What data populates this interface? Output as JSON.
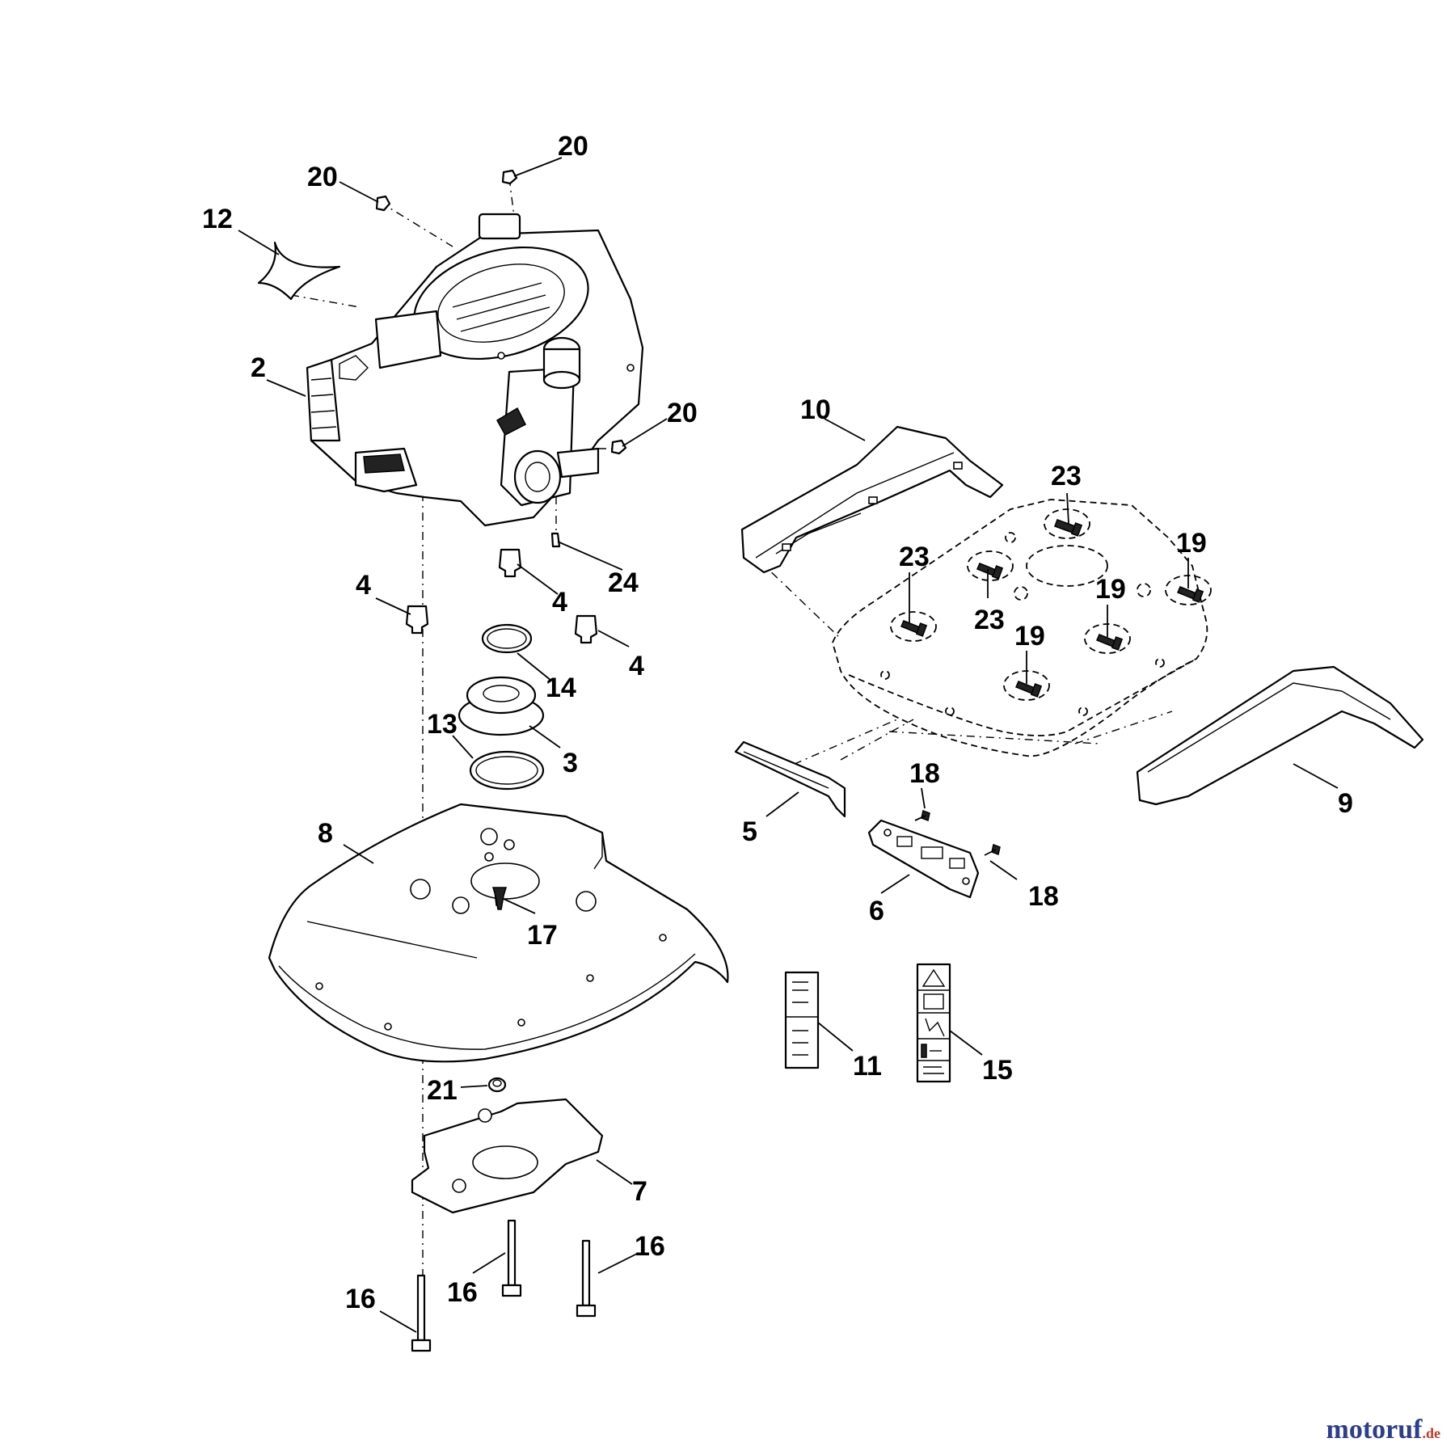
{
  "callouts": [
    {
      "id": "c1",
      "label": "20"
    },
    {
      "id": "c2",
      "label": "20"
    },
    {
      "id": "c3",
      "label": "12"
    },
    {
      "id": "c4",
      "label": "2"
    },
    {
      "id": "c5",
      "label": "20"
    },
    {
      "id": "c6",
      "label": "24"
    },
    {
      "id": "c7",
      "label": "4"
    },
    {
      "id": "c8",
      "label": "4"
    },
    {
      "id": "c9",
      "label": "4"
    },
    {
      "id": "c10",
      "label": "14"
    },
    {
      "id": "c11",
      "label": "13"
    },
    {
      "id": "c12",
      "label": "3"
    },
    {
      "id": "c13",
      "label": "8"
    },
    {
      "id": "c14",
      "label": "17"
    },
    {
      "id": "c15",
      "label": "21"
    },
    {
      "id": "c16",
      "label": "7"
    },
    {
      "id": "c17",
      "label": "16"
    },
    {
      "id": "c18",
      "label": "16"
    },
    {
      "id": "c19",
      "label": "16"
    },
    {
      "id": "c20",
      "label": "10"
    },
    {
      "id": "c21",
      "label": "23"
    },
    {
      "id": "c22",
      "label": "23"
    },
    {
      "id": "c23",
      "label": "23"
    },
    {
      "id": "c24",
      "label": "19"
    },
    {
      "id": "c25",
      "label": "19"
    },
    {
      "id": "c26",
      "label": "19"
    },
    {
      "id": "c27",
      "label": "9"
    },
    {
      "id": "c28",
      "label": "5"
    },
    {
      "id": "c29",
      "label": "18"
    },
    {
      "id": "c30",
      "label": "18"
    },
    {
      "id": "c31",
      "label": "6"
    },
    {
      "id": "c32",
      "label": "11"
    },
    {
      "id": "c33",
      "label": "15"
    }
  ],
  "watermark": {
    "name": "motoruf",
    "tld": ".de"
  }
}
